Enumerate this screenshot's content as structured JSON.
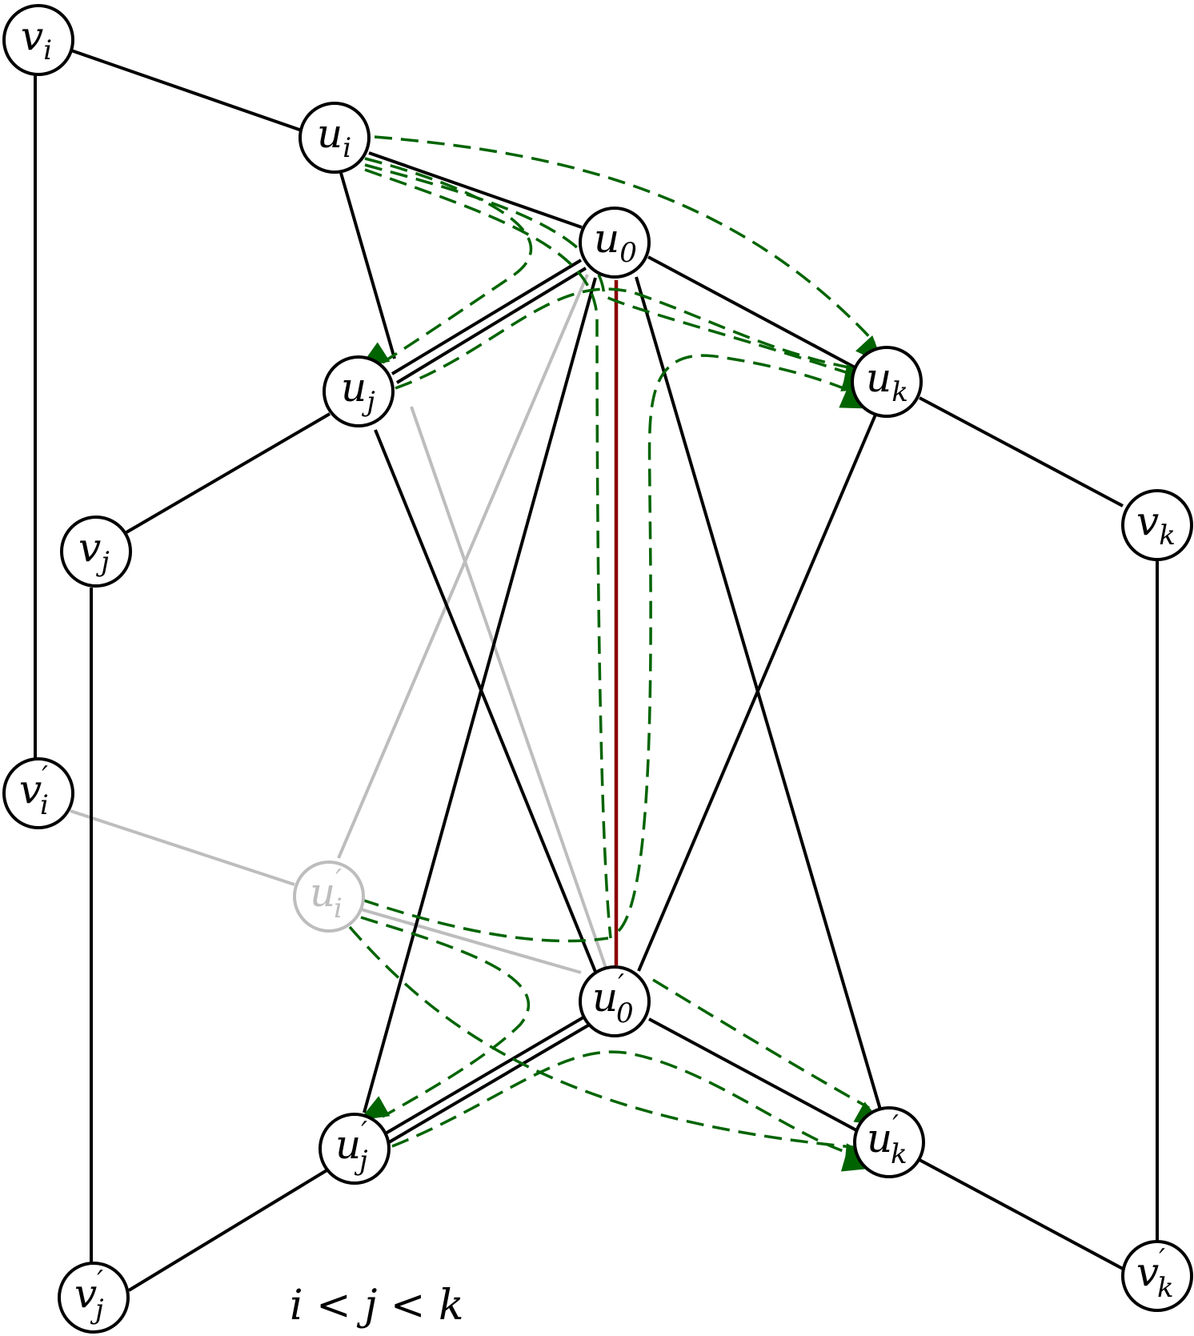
{
  "colors": {
    "edge": "#000000",
    "faded": "#bdbdbd",
    "highlight_edge": "#8b0000",
    "dashed_arrow": "#006400"
  },
  "nodes": {
    "vi": {
      "base": "v",
      "sub": "i",
      "prime": false
    },
    "ui": {
      "base": "u",
      "sub": "i",
      "prime": false
    },
    "u0": {
      "base": "u",
      "sub": "0",
      "prime": false
    },
    "uj": {
      "base": "u",
      "sub": "j",
      "prime": false
    },
    "uk": {
      "base": "u",
      "sub": "k",
      "prime": false
    },
    "vj": {
      "base": "v",
      "sub": "j",
      "prime": false
    },
    "vk": {
      "base": "v",
      "sub": "k",
      "prime": false
    },
    "vi_p": {
      "base": "v",
      "sub": "i",
      "prime": true
    },
    "ui_p": {
      "base": "u",
      "sub": "i",
      "prime": true
    },
    "u0_p": {
      "base": "u",
      "sub": "0",
      "prime": true
    },
    "uj_p": {
      "base": "u",
      "sub": "j",
      "prime": true
    },
    "uk_p": {
      "base": "u",
      "sub": "k",
      "prime": true
    },
    "vj_p": {
      "base": "v",
      "sub": "j",
      "prime": true
    },
    "vk_p": {
      "base": "v",
      "sub": "k",
      "prime": true
    }
  },
  "condition": "i < j < k"
}
